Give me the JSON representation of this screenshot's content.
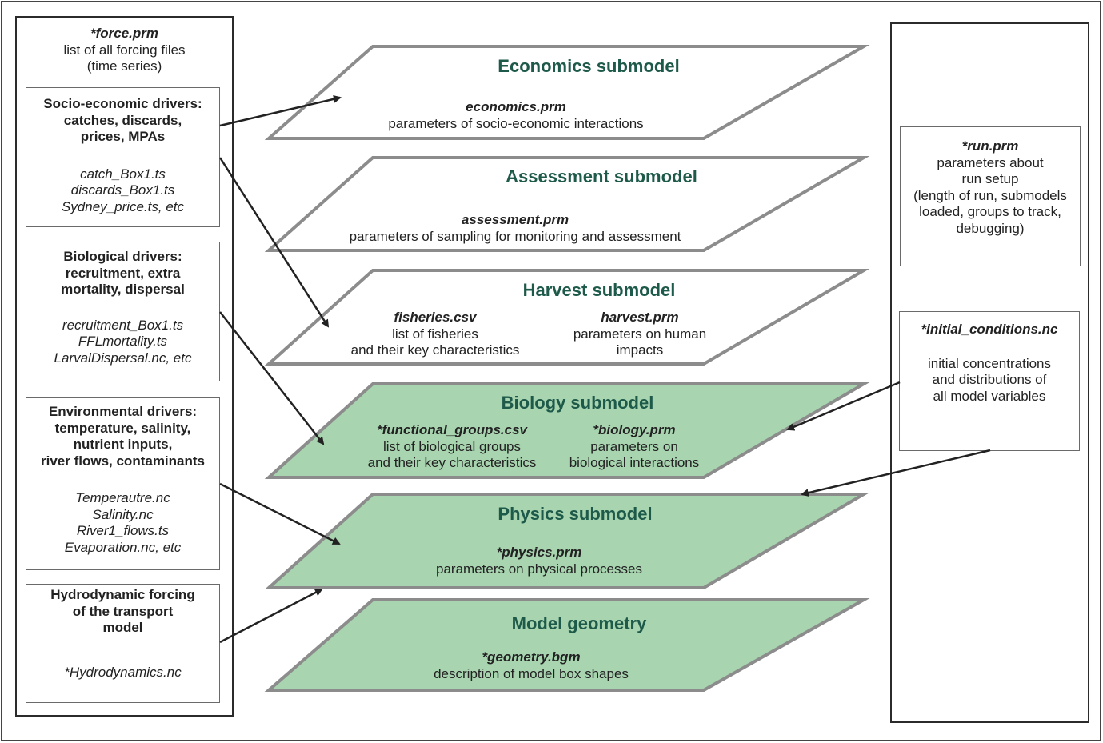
{
  "colors": {
    "title_green": "#1e5a4a",
    "filled_layer": "#a8d4b0",
    "layer_border": "#8c8c8c",
    "arrow": "#222222"
  },
  "force_file": {
    "name": "*force.prm",
    "desc1": "list of all forcing files",
    "desc2": "(time series)"
  },
  "drivers": [
    {
      "title": [
        "Socio-economic drivers:",
        "catches, discards,",
        "prices, MPAs"
      ],
      "files": [
        "catch_Box1.ts",
        "discards_Box1.ts",
        "Sydney_price.ts, etc"
      ]
    },
    {
      "title": [
        "Biological drivers:",
        "recruitment, extra",
        "mortality, dispersal"
      ],
      "files": [
        "recruitment_Box1.ts",
        "FFLmortality.ts",
        "LarvalDispersal.nc, etc"
      ]
    },
    {
      "title": [
        "Environmental drivers:",
        "temperature, salinity,",
        "nutrient inputs,",
        "river flows, contaminants"
      ],
      "files": [
        "Temperautre.nc",
        "Salinity.nc",
        "River1_flows.ts",
        "Evaporation.nc, etc"
      ]
    },
    {
      "title": [
        "Hydrodynamic forcing",
        "of the transport",
        "model"
      ],
      "files": [
        "*Hydrodynamics.nc"
      ]
    }
  ],
  "submodels": [
    {
      "title": "Economics submodel",
      "filled": false,
      "files": [
        {
          "name": "economics.prm",
          "desc": [
            "parameters of socio-economic interactions"
          ]
        }
      ]
    },
    {
      "title": "Assessment submodel",
      "filled": false,
      "files": [
        {
          "name": "assessment.prm",
          "desc": [
            "parameters of sampling for monitoring and assessment"
          ]
        }
      ]
    },
    {
      "title": "Harvest submodel",
      "filled": false,
      "files": [
        {
          "name": "fisheries.csv",
          "desc": [
            "list of fisheries",
            "and their key characteristics"
          ]
        },
        {
          "name": "harvest.prm",
          "desc": [
            "parameters on human",
            "impacts"
          ]
        }
      ]
    },
    {
      "title": "Biology submodel",
      "filled": true,
      "files": [
        {
          "name": "*functional_groups.csv",
          "desc": [
            "list of biological groups",
            "and their key characteristics"
          ]
        },
        {
          "name": "*biology.prm",
          "desc": [
            "parameters on",
            "biological interactions"
          ]
        }
      ]
    },
    {
      "title": "Physics submodel",
      "filled": true,
      "files": [
        {
          "name": "*physics.prm",
          "desc": [
            "parameters on physical processes"
          ]
        }
      ]
    },
    {
      "title": "Model geometry",
      "filled": true,
      "files": [
        {
          "name": "*geometry.bgm",
          "desc": [
            "description of model box shapes"
          ]
        }
      ]
    }
  ],
  "run_file": {
    "name": "*run.prm",
    "desc": [
      "parameters about",
      "run setup",
      "(length of run, submodels",
      "loaded, groups to track,",
      "debugging)"
    ]
  },
  "init_file": {
    "name": "*initial_conditions.nc",
    "desc": [
      "initial concentrations",
      "and distributions of",
      "all model variables"
    ]
  }
}
